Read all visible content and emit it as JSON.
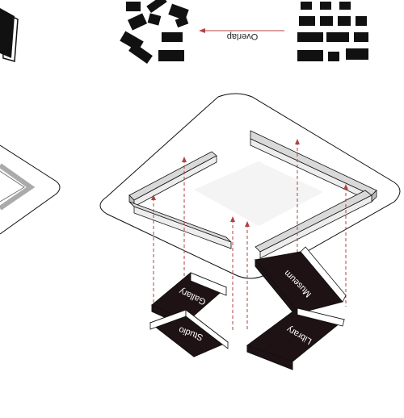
{
  "legend": {
    "arrow_label": "Overlap"
  },
  "colors": {
    "block_dark": "#1e1215",
    "block_light": "#ffffff",
    "line": "#111111",
    "plate_grey": "#d9d9d9",
    "dashed_red": "#b3413f",
    "label_white": "#ffffff",
    "label_dark": "#222222"
  },
  "volumes": {
    "gallery": "Gallary",
    "studio": "Studio",
    "museum": "Museum",
    "library": "Library"
  }
}
